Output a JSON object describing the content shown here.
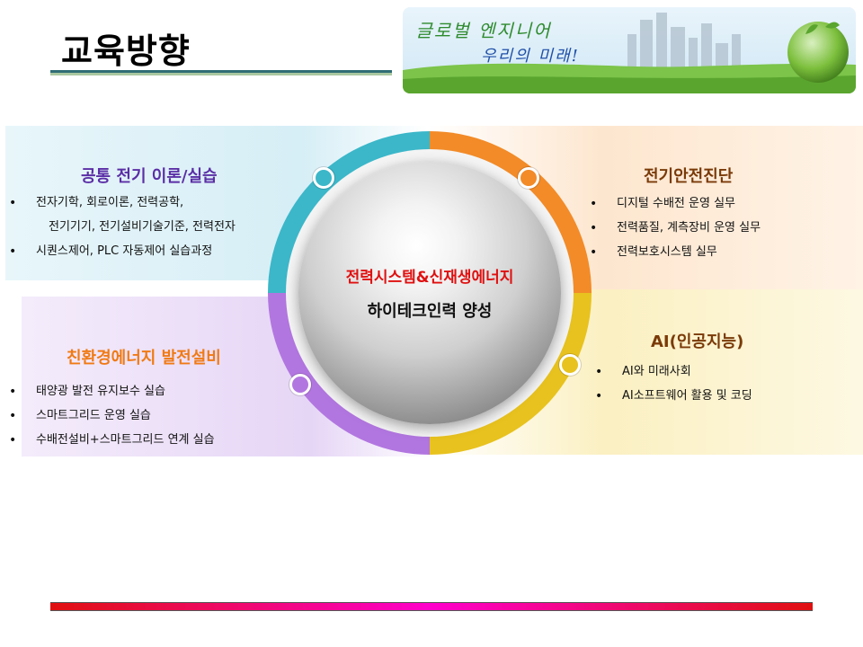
{
  "title": "교육방향",
  "banner": {
    "line1": "글로벌 엔지니어",
    "line2": "우리의 미래!",
    "colors": {
      "sky": "#cfe7f5",
      "grass": "#6fbf3a"
    }
  },
  "center": {
    "line1": "전력시스템&신재생에너지",
    "line2": "하이테크인력 양성"
  },
  "quadrants": {
    "top_left": {
      "heading": "공통 전기 이론/실습",
      "items": [
        "전자기학, 회로이론, 전력공학,",
        "전기기기, 전기설비기술기준, 전력전자",
        "시퀀스제어, PLC 자동제어 실습과정"
      ]
    },
    "top_right": {
      "heading": "전기안전진단",
      "items": [
        "디지털 수배전 운영 실무",
        "전력품질, 계측장비 운영 실무",
        "전력보호시스템 실무"
      ]
    },
    "bottom_left": {
      "heading": "친환경에너지 발전설비",
      "items": [
        "태양광 발전 유지보수 실습",
        "스마트그리드 운영 실습",
        "수배전설비+스마트그리드 연계 실습"
      ]
    },
    "bottom_right": {
      "heading": "AI(인공지능)",
      "items": [
        "AI와 미래사회",
        "AI소프트웨어 활용 및 코딩"
      ]
    }
  },
  "colors": {
    "teal": "#3bb7c9",
    "orange": "#f28b28",
    "purple": "#b276e0",
    "yellow": "#e8c21e",
    "center_red": "#e01010"
  }
}
